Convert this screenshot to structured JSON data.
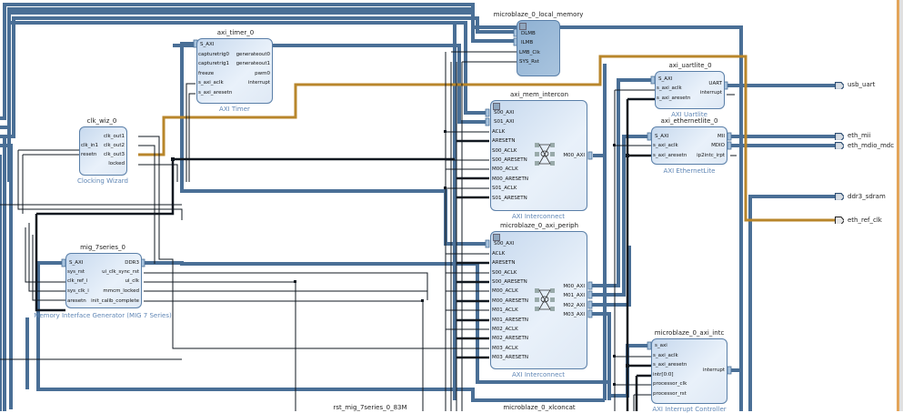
{
  "diagram": {
    "title": "MicroBlaze Block Design",
    "colors": {
      "bus": "#4a6f96",
      "wire": "#111820",
      "clock": "#b8862b",
      "block_border": "#5a7fa8",
      "block_type_text": "#5f86b5"
    },
    "blocks": {
      "local_memory": {
        "instance": "microblaze_0_local_memory",
        "pins_left": [
          "DLMB",
          "ILMB",
          "LMB_Clk",
          "SYS_Rst"
        ]
      },
      "axi_timer": {
        "instance": "axi_timer_0",
        "type": "AXI Timer",
        "pins_left": [
          "S_AXI",
          "capturetrig0",
          "capturetrig1",
          "freeze",
          "s_axi_aclk",
          "s_axi_aresetn"
        ],
        "pins_right": [
          "generateout0",
          "generateout1",
          "pwm0",
          "interrupt"
        ]
      },
      "clk_wiz": {
        "instance": "clk_wiz_0",
        "type": "Clocking Wizard",
        "pins_left": [
          "clk_in1",
          "resetn"
        ],
        "pins_right": [
          "clk_out1",
          "clk_out2",
          "clk_out3",
          "locked"
        ]
      },
      "mem_intercon": {
        "instance": "axi_mem_intercon",
        "type": "AXI Interconnect",
        "pins_left": [
          "S00_AXI",
          "S01_AXI",
          "ACLK",
          "ARESETN",
          "S00_ACLK",
          "S00_ARESETN",
          "M00_ACLK",
          "M00_ARESETN",
          "S01_ACLK",
          "S01_ARESETN"
        ],
        "pins_right": [
          "M00_AXI"
        ]
      },
      "axi_periph": {
        "instance": "microblaze_0_axi_periph",
        "type": "AXI Interconnect",
        "pins_left": [
          "S00_AXI",
          "ACLK",
          "ARESETN",
          "S00_ACLK",
          "S00_ARESETN",
          "M00_ACLK",
          "M00_ARESETN",
          "M01_ACLK",
          "M01_ARESETN",
          "M02_ACLK",
          "M02_ARESETN",
          "M03_ACLK",
          "M03_ARESETN"
        ],
        "pins_right": [
          "M00_AXI",
          "M01_AXI",
          "M02_AXI",
          "M03_AXI"
        ]
      },
      "mig": {
        "instance": "mig_7series_0",
        "type": "Memory Interface Generator (MIG 7 Series)",
        "pins_left": [
          "S_AXI",
          "sys_rst",
          "clk_ref_i",
          "sys_clk_i",
          "aresetn"
        ],
        "pins_right": [
          "DDR3",
          "ui_clk_sync_rst",
          "ui_clk",
          "mmcm_locked",
          "init_calib_complete"
        ]
      },
      "uartlite": {
        "instance": "axi_uartlite_0",
        "type": "AXI Uartlite",
        "pins_left": [
          "S_AXI",
          "s_axi_aclk",
          "s_axi_aresetn"
        ],
        "pins_right": [
          "UART",
          "interrupt"
        ]
      },
      "ethernetlite": {
        "instance": "axi_ethernetlite_0",
        "type": "AXI EthernetLite",
        "pins_left": [
          "S_AXI",
          "s_axi_aclk",
          "s_axi_aresetn"
        ],
        "pins_right": [
          "MII",
          "MDIO",
          "ip2intc_irpt"
        ]
      },
      "axi_intc": {
        "instance": "microblaze_0_axi_intc",
        "type": "AXI Interrupt Controller",
        "pins_left": [
          "s_axi",
          "s_axi_aclk",
          "s_axi_aresetn",
          "intr[0:0]",
          "processor_clk",
          "processor_rst"
        ],
        "pins_right": [
          "interrupt"
        ]
      },
      "rst_mig": {
        "instance": "rst_mig_7series_0_83M"
      },
      "xlconcat": {
        "instance": "microblaze_0_xlconcat"
      }
    },
    "external_ports": [
      "usb_uart",
      "eth_mii",
      "eth_mdio_mdc",
      "ddr3_sdram",
      "eth_ref_clk"
    ]
  }
}
